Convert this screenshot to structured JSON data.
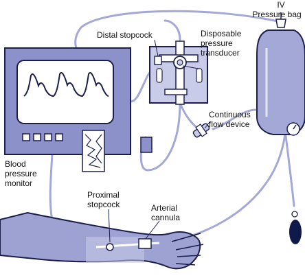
{
  "labels": {
    "iv_line1": "IV",
    "iv_line2": "Pressure bag",
    "distal_stopcock": "Distal stopcock",
    "transducer_line1": "Disposable",
    "transducer_line2": "pressure",
    "transducer_line3": "transducer",
    "flow_line1": "Continuous",
    "flow_line2": "flow device",
    "monitor_line1": "Blood",
    "monitor_line2": "pressure",
    "monitor_line3": "monitor",
    "proximal_line1": "Proximal",
    "proximal_line2": "stopcock",
    "cannula_line1": "Arterial",
    "cannula_line2": "cannula"
  },
  "colors": {
    "outline": "#1b1e4b",
    "tubing": "#a3a8d6",
    "device_fill": "#c9cce8",
    "monitor_body": "#8d91c9",
    "arm_fill": "#9ea2d2",
    "bag_fill": "#a4a8d6",
    "bulb": "#101a4a"
  }
}
